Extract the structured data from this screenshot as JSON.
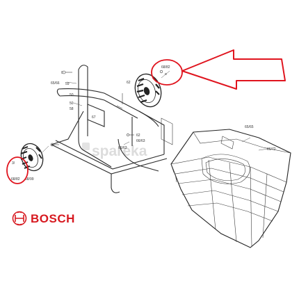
{
  "brand": {
    "name": "BOSCH",
    "color": "#d71920"
  },
  "watermark": {
    "text": "spareka"
  },
  "accent_color": "#e0141e",
  "callouts": {
    "wheel_right": "68/82",
    "wheel_left": "68/82",
    "wheel_left_small": "3/",
    "wheel_left_part": "68/99"
  },
  "part_labels": [
    {
      "text": "65/66"
    },
    {
      "text": "50"
    },
    {
      "text": "58"
    },
    {
      "text": "59"
    },
    {
      "text": "62"
    },
    {
      "text": "66/63"
    },
    {
      "text": "65/65"
    },
    {
      "text": "66/72"
    },
    {
      "text": "66/63"
    },
    {
      "text": "62"
    },
    {
      "text": "67"
    },
    {
      "text": "50"
    },
    {
      "text": "0"
    }
  ],
  "icons": {
    "bosch_logo": "bosch-armature-icon",
    "highlight_arrow": "arrow-left-icon"
  }
}
